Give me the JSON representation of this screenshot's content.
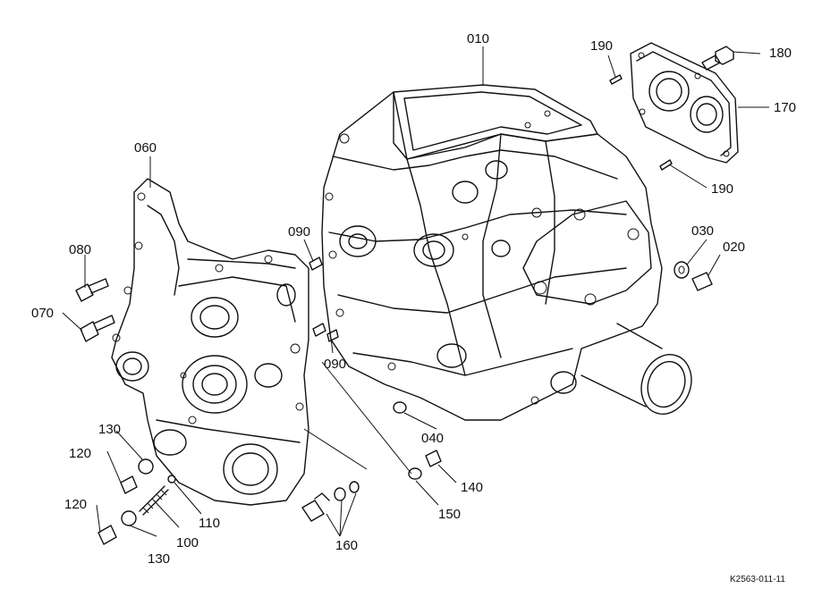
{
  "diagram": {
    "labels": {
      "p010": "010",
      "p020": "020",
      "p030": "030",
      "p040": "040",
      "p060": "060",
      "p070": "070",
      "p080": "080",
      "p090a": "090",
      "p090b": "090",
      "p100": "100",
      "p110": "110",
      "p120a": "120",
      "p120b": "120",
      "p130a": "130",
      "p130b": "130",
      "p140": "140",
      "p150": "150",
      "p160": "160",
      "p170": "170",
      "p180": "180",
      "p190a": "190",
      "p190b": "190"
    },
    "reference_code": "K2563-011-11"
  }
}
